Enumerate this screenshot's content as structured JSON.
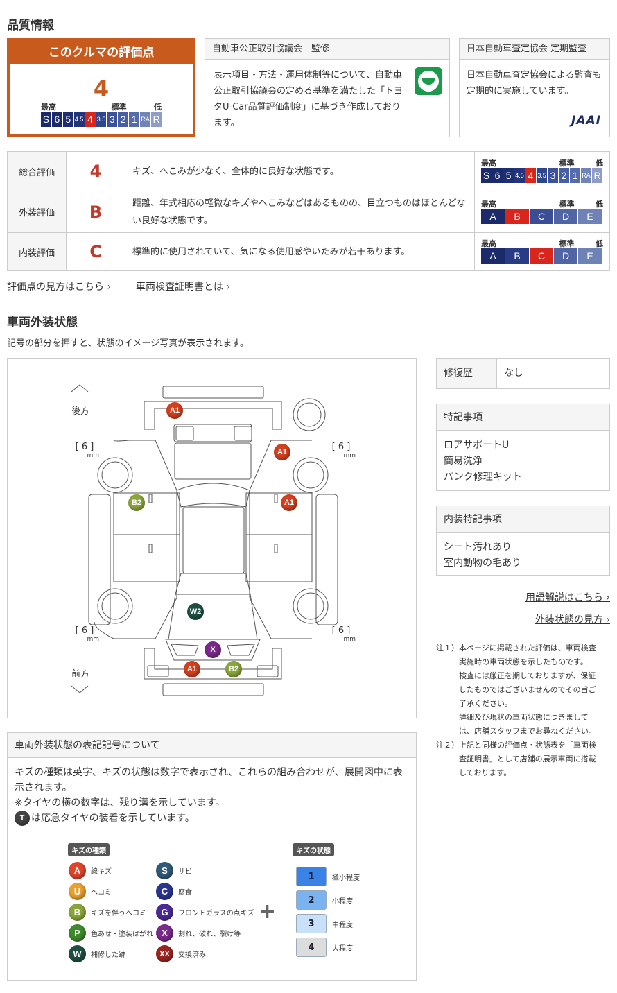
{
  "section_title": "品質情報",
  "score_box": {
    "title": "このクルマの評価点",
    "score": "4",
    "high": "最高",
    "std": "標準",
    "low": "低"
  },
  "grade_scale": [
    {
      "v": "S",
      "c": "#1b2a6b"
    },
    {
      "v": "6",
      "c": "#1b2a6b"
    },
    {
      "v": "5",
      "c": "#1e2e72"
    },
    {
      "v": "4.5",
      "c": "#22347a"
    },
    {
      "v": "4",
      "c": "#d9261c"
    },
    {
      "v": "3.5",
      "c": "#2f4590"
    },
    {
      "v": "3",
      "c": "#3b5199"
    },
    {
      "v": "2",
      "c": "#485ea3"
    },
    {
      "v": "1",
      "c": "#566bac"
    },
    {
      "v": "RA",
      "c": "#7084b8"
    },
    {
      "v": "R",
      "c": "#8e9cc7"
    }
  ],
  "abc_scale": [
    {
      "v": "A",
      "c": "#1b2a6b"
    },
    {
      "v": "B",
      "c": "#2a3b85"
    },
    {
      "v": "C",
      "c": "#3a4d95"
    },
    {
      "v": "D",
      "c": "#5165a5"
    },
    {
      "v": "E",
      "c": "#6e82b5"
    }
  ],
  "highlight_color": "#d9261c",
  "supervision": {
    "title": "自動車公正取引協議会　監修",
    "text": "表示項目・方法・運用体制等について、自動車公正取引協議会の定める基準を満たした「トヨタU-Car品質評価制度」に基づき作成しております。"
  },
  "audit": {
    "title": "日本自動車査定協会 定期監査",
    "text": "日本自動車査定協会による監査も定期的に実施しています。",
    "logo": "JAAI"
  },
  "ratings": [
    {
      "label": "総合評価",
      "grade": "4",
      "desc": "キズ、へこみが少なく、全体的に良好な状態です。",
      "scale": "grade",
      "selected": "4"
    },
    {
      "label": "外装評価",
      "grade": "B",
      "desc": "距離、年式相応の軽微なキズやへこみなどはあるものの、目立つものはほとんどない良好な状態です。",
      "scale": "abc",
      "selected": "B"
    },
    {
      "label": "内装評価",
      "grade": "C",
      "desc": "標準的に使用されていて、気になる使用感やいたみが若干あります。",
      "scale": "abc",
      "selected": "C"
    }
  ],
  "links": {
    "score_help": "評価点の見方はこちら",
    "cert": "車両検査証明書とは",
    "glossary": "用語解説はこちら",
    "exterior_help": "外装状態の見方"
  },
  "exterior": {
    "title": "車両外装状態",
    "caption": "記号の部分を押すと、状態のイメージ写真が表示されます。",
    "rear": "後方",
    "front": "前方",
    "unit": "mm",
    "treads": [
      "[ 6 ]",
      "[ 6 ]",
      "[ 6 ]",
      "[ 6 ]"
    ],
    "markers": [
      {
        "label": "A1",
        "c": "#d2401f"
      },
      {
        "label": "A1",
        "c": "#d2401f"
      },
      {
        "label": "B2",
        "c": "#8aa53a"
      },
      {
        "label": "A1",
        "c": "#d2401f"
      },
      {
        "label": "W2",
        "c": "#1f4f43"
      },
      {
        "label": "X",
        "c": "#7a2a8a"
      },
      {
        "label": "A1",
        "c": "#d2401f"
      },
      {
        "label": "B2",
        "c": "#8aa53a"
      }
    ]
  },
  "repair": {
    "label": "修復歴",
    "value": "なし"
  },
  "special": {
    "title": "特記事項",
    "items": [
      "ロアサポートU",
      "簡易洗浄",
      "パンク修理キット"
    ]
  },
  "interior_special": {
    "title": "内装特記事項",
    "items": [
      "シート汚れあり",
      "室内動物の毛あり"
    ]
  },
  "notes": {
    "n1_label": "注１）",
    "n1": [
      "本ページに掲載された評価は、車両検査",
      "実施時の車両状態を示したものです。",
      "検査には厳正を期しておりますが、保証",
      "したものではございませんのでその旨ご",
      "了承ください。",
      "詳細及び現状の車両状態につきまして",
      "は、店舗スタッフまでお尋ねください。"
    ],
    "n2_label": "注２）",
    "n2": [
      "上記と同様の評価点・状態表を「車両検",
      "査証明書」として店舗の展示車両に搭載",
      "しております。"
    ]
  },
  "legend": {
    "title": "車両外装状態の表記記号について",
    "lines": [
      "キズの種類は英字、キズの状態は数字で表示され、これらの組み合わせが、展開図中に表示されます。",
      "※タイヤの横の数字は、残り溝を示しています。",
      "は応急タイヤの装着を示しています。"
    ],
    "spare_icon": "T",
    "types_title": "キズの種類",
    "states_title": "キズの状態",
    "types": [
      {
        "k": "A",
        "t": "線キズ",
        "c": "#e0452a"
      },
      {
        "k": "U",
        "t": "へコミ",
        "c": "#e8a030"
      },
      {
        "k": "B",
        "t": "キズを伴うへコミ",
        "c": "#8aa53a"
      },
      {
        "k": "P",
        "t": "色あせ・塗装はがれ",
        "c": "#3f8a2c"
      },
      {
        "k": "W",
        "t": "補修した跡",
        "c": "#1f4f43"
      },
      {
        "k": "S",
        "t": "サビ",
        "c": "#2f5a7a"
      },
      {
        "k": "C",
        "t": "腐食",
        "c": "#2a3590"
      },
      {
        "k": "G",
        "t": "フロントガラスの点キズ",
        "c": "#4a2a95"
      },
      {
        "k": "X",
        "t": "割れ、破れ、裂け等",
        "c": "#7a2a8a"
      },
      {
        "k": "XX",
        "t": "交換済み",
        "c": "#9a2520"
      }
    ],
    "states": [
      {
        "k": "1",
        "t": "極小程度",
        "c": "#3b82e6"
      },
      {
        "k": "2",
        "t": "小程度",
        "c": "#7ab3f0"
      },
      {
        "k": "3",
        "t": "中程度",
        "c": "#c8e0f8"
      },
      {
        "k": "4",
        "t": "大程度",
        "c": "#dcdcdc"
      }
    ]
  }
}
